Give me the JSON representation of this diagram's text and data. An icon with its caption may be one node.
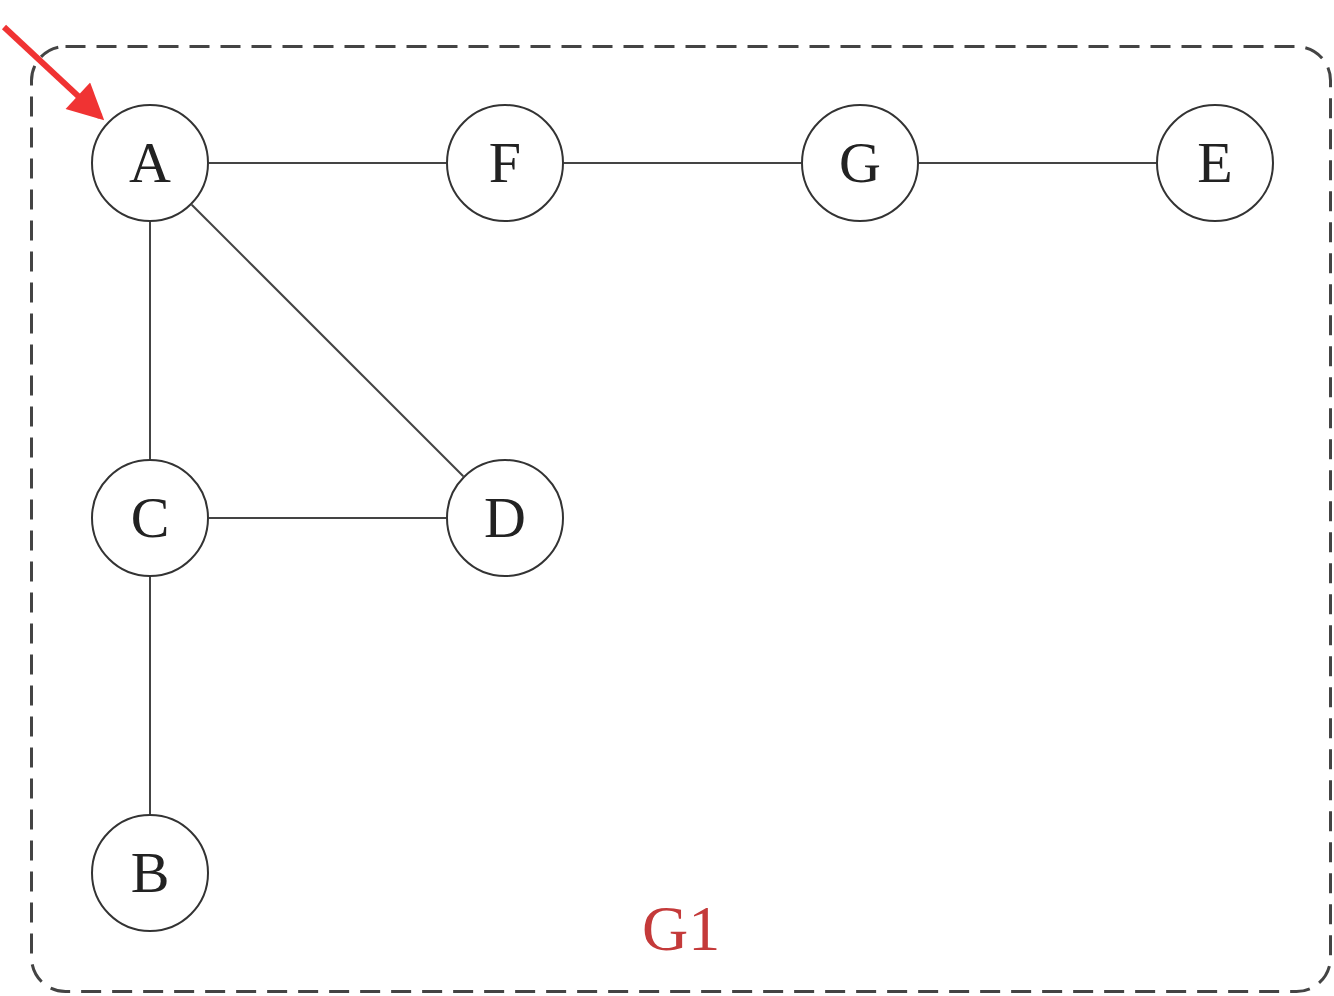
{
  "diagram": {
    "nodes": [
      {
        "text": [
          "G1"
        ]
      },
      {
        "text": [
          "A"
        ],
        "in": 0
      },
      {
        "text": [
          "F"
        ],
        "in": 0
      },
      {
        "text": [
          "G"
        ],
        "in": 0
      },
      {
        "text": [
          "E"
        ],
        "in": 0
      },
      {
        "text": [
          "C"
        ],
        "in": 0
      },
      {
        "text": [
          "D"
        ],
        "in": 0
      },
      {
        "text": [
          "B"
        ],
        "in": 0
      }
    ],
    "edges": [
      {
        "from": null,
        "to": 1,
        "arrow": "to",
        "style": "thick",
        "color": "#f03333"
      },
      {
        "from": 1,
        "to": 2,
        "arrow": "none"
      },
      {
        "from": 2,
        "to": 3,
        "arrow": "none"
      },
      {
        "from": 3,
        "to": 4,
        "arrow": "none"
      },
      {
        "from": 1,
        "to": 5,
        "arrow": "none"
      },
      {
        "from": 1,
        "to": 6,
        "arrow": "none"
      },
      {
        "from": 5,
        "to": 6,
        "arrow": "none"
      },
      {
        "from": 5,
        "to": 7,
        "arrow": "none"
      }
    ]
  }
}
